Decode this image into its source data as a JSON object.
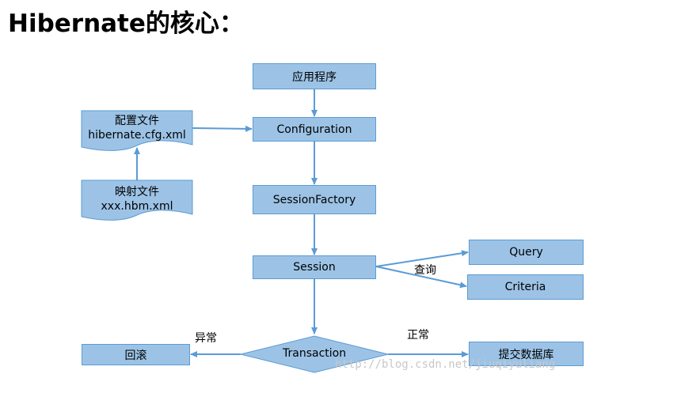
{
  "title": "Hibernate的核心：",
  "nodes": {
    "app": "应用程序",
    "configuration": "Configuration",
    "session_factory": "SessionFactory",
    "session": "Session",
    "query": "Query",
    "criteria": "Criteria",
    "transaction": "Transaction",
    "rollback": "回滚",
    "commit": "提交数据库"
  },
  "docs": {
    "config_file": {
      "line1": "配置文件",
      "line2": "hibernate.cfg.xml"
    },
    "mapping_file": {
      "line1": "映射文件",
      "line2": "xxx.hbm.xml"
    }
  },
  "edge_labels": {
    "query": "查询",
    "exception": "异常",
    "normal": "正常"
  },
  "watermark": "http://blog.csdn.net/jiuqiyuliang",
  "colors": {
    "fill": "#9cc3e6",
    "border": "#5b9bd5",
    "arrow": "#5b9bd5"
  }
}
